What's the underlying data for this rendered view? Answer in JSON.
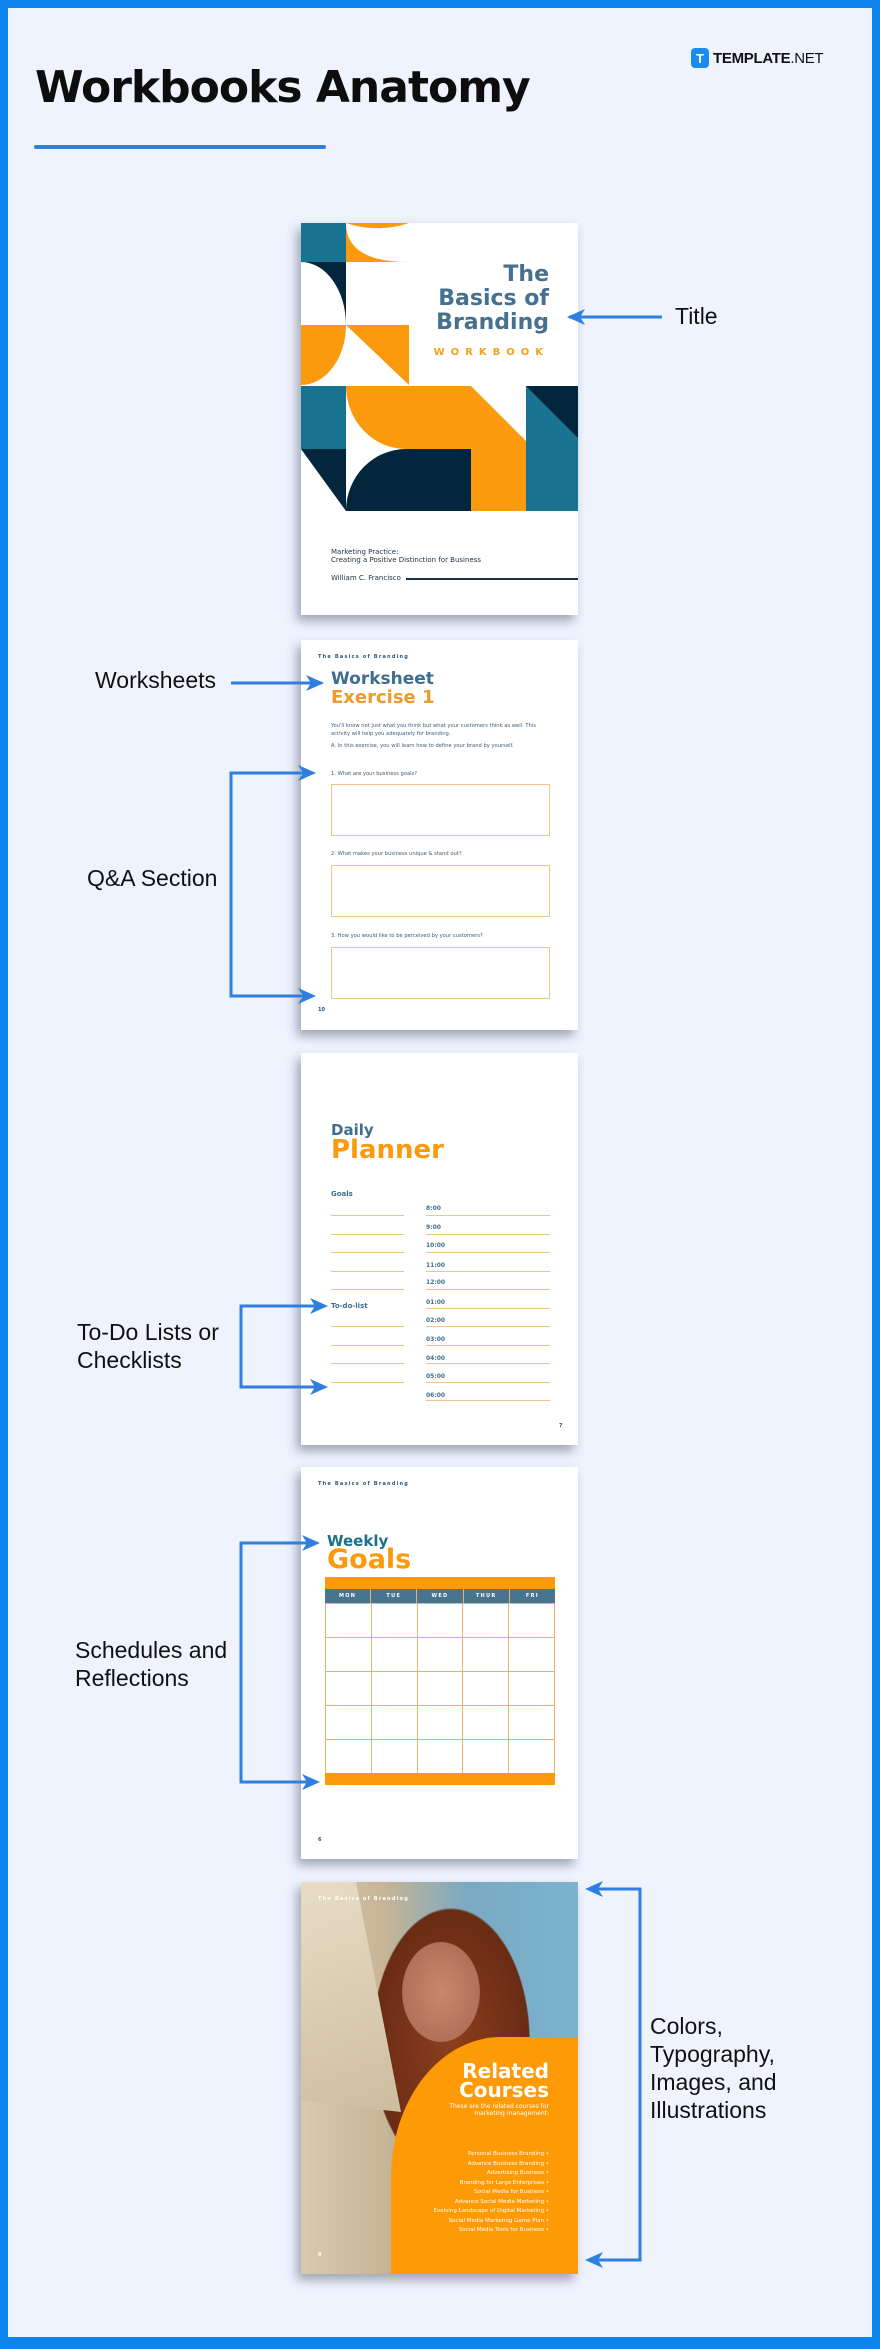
{
  "header": {
    "title": "Workbooks Anatomy",
    "logo": {
      "badge": "T",
      "brand": "TEMPLATE",
      "suffix": ".NET"
    }
  },
  "colors": {
    "frame": "#0b84ee",
    "background": "#eef3fe",
    "arrow": "#2f7fe0",
    "accent_orange": "#fb9a0c",
    "accent_teal": "#17738f",
    "accent_navy": "#02263b",
    "accent_slate": "#45708f"
  },
  "annotations": [
    {
      "label": "Title",
      "side": "right",
      "target": "cover"
    },
    {
      "label": "Worksheets",
      "side": "left",
      "target": "worksheet-title"
    },
    {
      "label": "Q&A Section",
      "side": "left",
      "target": "worksheet-questions"
    },
    {
      "label_line1": "To-Do Lists or",
      "label_line2": "Checklists",
      "side": "left",
      "target": "planner-todo"
    },
    {
      "label_line1": "Schedules and",
      "label_line2": "Reflections",
      "side": "left",
      "target": "weekly-goals"
    },
    {
      "label_line1": "Colors,",
      "label_line2": "Typography,",
      "label_line3": "Images, and",
      "label_line4": "Illustrations",
      "side": "right",
      "target": "related-courses"
    }
  ],
  "pages": {
    "cover": {
      "title_line1": "The",
      "title_line2": "Basics of",
      "title_line3": "Branding",
      "subtitle": "WORKBOOK",
      "desc_line1": "Marketing Practice:",
      "desc_line2": "Creating a Positive Distinction for Business",
      "author": "William C. Francisco"
    },
    "worksheet": {
      "running_head": "The Basics of Branding",
      "title": "Worksheet",
      "subtitle": "Exercise 1",
      "intro": "You'll know not just what you think but what your customers think as well. This activity will help you adequately for branding.",
      "instruction": "A. In this exercise, you will learn how to define your brand by yourself.",
      "questions": [
        "1.  What are your business goals?",
        "2.  What makes your business unique & stand out?",
        "3.  How you would like to be perceived by your customers?"
      ],
      "page_number": "10"
    },
    "planner": {
      "title_small": "Daily",
      "title_large": "Planner",
      "goals_heading": "Goals",
      "todo_heading": "To-do-list",
      "times": [
        "8:00",
        "9:00",
        "10:00",
        "11:00",
        "12:00",
        "01:00",
        "02:00",
        "03:00",
        "04:00",
        "05:00",
        "06:00"
      ],
      "page_number": "7"
    },
    "weekly": {
      "running_head": "The Basics of Branding",
      "title_small": "Weekly",
      "title_large": "Goals",
      "days": [
        "MON",
        "TUE",
        "WED",
        "THUR",
        "FRI"
      ],
      "rows": 5,
      "page_number": "6"
    },
    "related": {
      "running_head": "The Basics of Branding",
      "title_line1": "Related",
      "title_line2": "Courses",
      "description": "These are the related courses for marketing management:",
      "courses": [
        "Personal Business Branding",
        "Advance Business Branding",
        "Advertising Business",
        "Branding for Large Enterprises",
        "Social Media for Business",
        "Advance Social Media Marketing",
        "Evolving Landscape of Digital Marketing",
        "Social Media Marketing Game Plan",
        "Social Media Tools for Business"
      ],
      "page_number": "8"
    }
  }
}
